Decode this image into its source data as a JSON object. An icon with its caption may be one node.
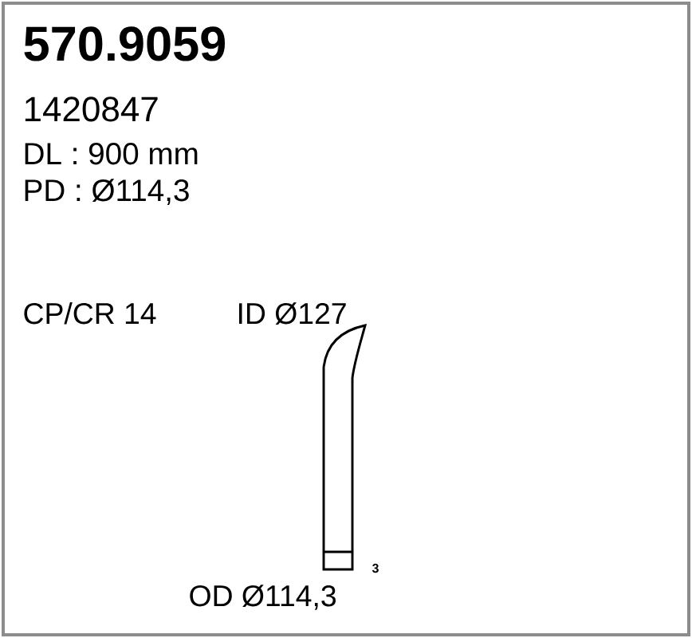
{
  "diagram": {
    "title": "570.9059",
    "labels": [
      "1420847",
      "DL : 900 mm",
      "PD : Ø114,3",
      "CP/CR 14",
      "ID Ø127",
      "3",
      "OD Ø114,3"
    ]
  }
}
